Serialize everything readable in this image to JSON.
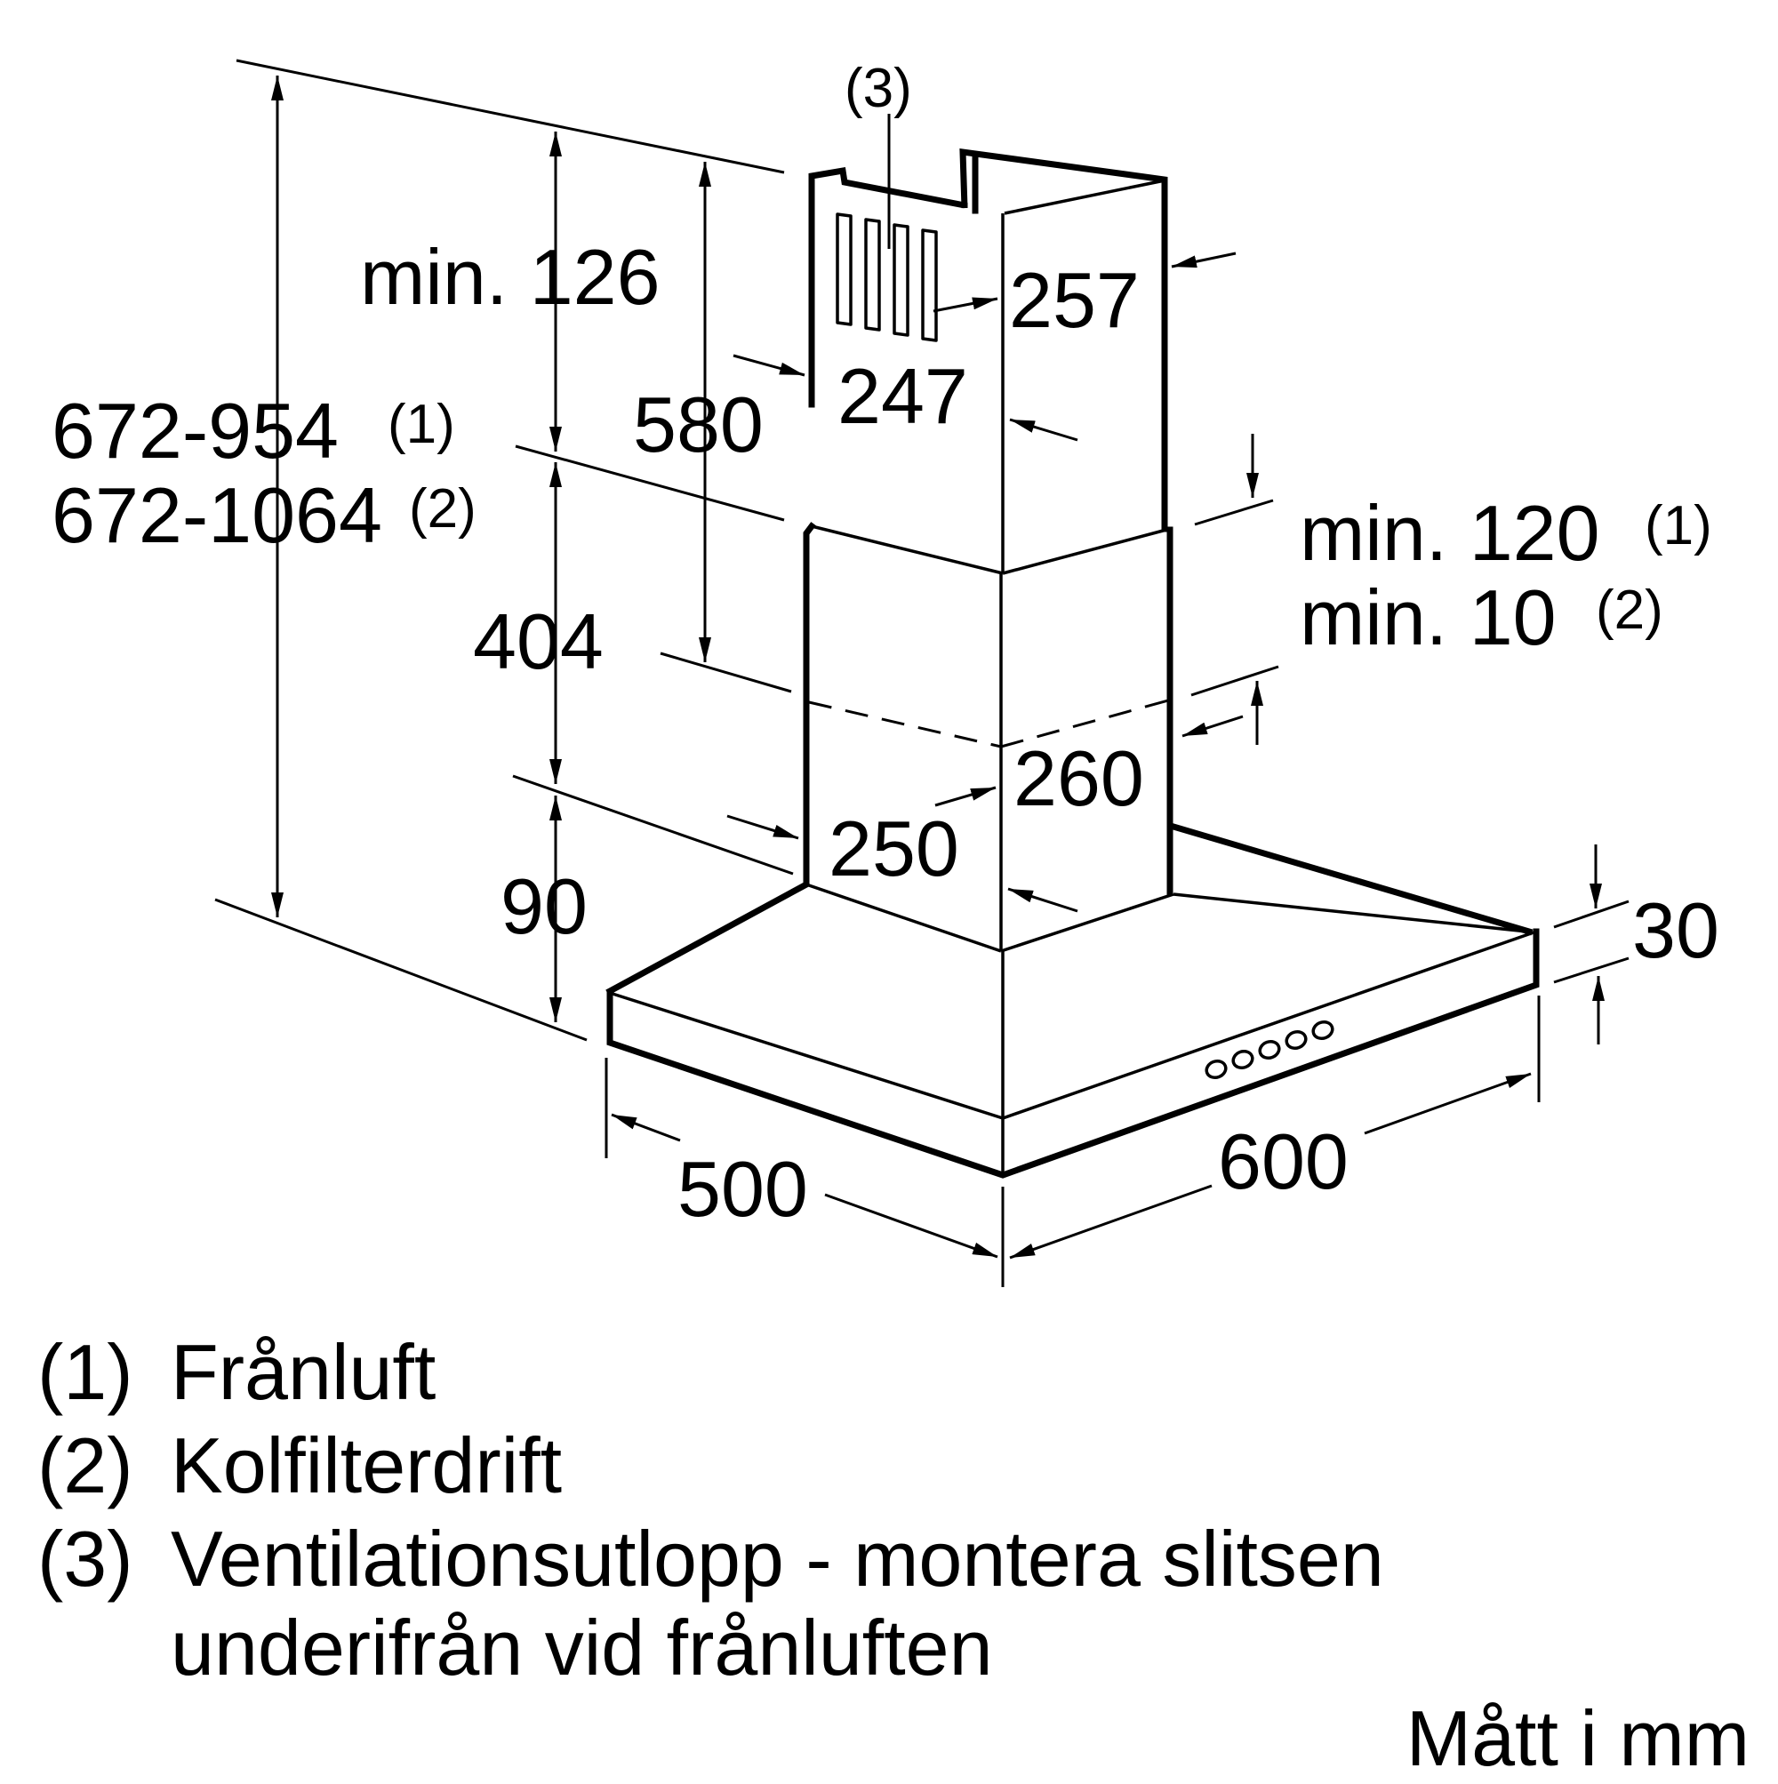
{
  "dimensions": {
    "total_height_1": "672-954",
    "total_height_1_note": "(1)",
    "total_height_2": "672-1064",
    "total_height_2_note": "(2)",
    "upper_min": "min. 126",
    "chimney_580": "580",
    "chimney_404": "404",
    "hood_90": "90",
    "vent_note": "(3)",
    "upper_width_257": "257",
    "upper_depth_247": "247",
    "lower_width_260": "260",
    "lower_depth_250": "250",
    "overlap_min_1": "min. 120",
    "overlap_min_1_note": "(1)",
    "overlap_min_2": "min. 10",
    "overlap_min_2_note": "(2)",
    "canopy_30": "30",
    "depth_500": "500",
    "width_600": "600"
  },
  "legend": [
    {
      "num": "(1)",
      "text": "Frånluft"
    },
    {
      "num": "(2)",
      "text": "Kolfilterdrift"
    },
    {
      "num": "(3)",
      "text": "Ventilationsutlopp - montera slitsen"
    },
    {
      "num": "",
      "text": "underifrån vid frånluften"
    }
  ],
  "unit_label": "Mått i mm"
}
